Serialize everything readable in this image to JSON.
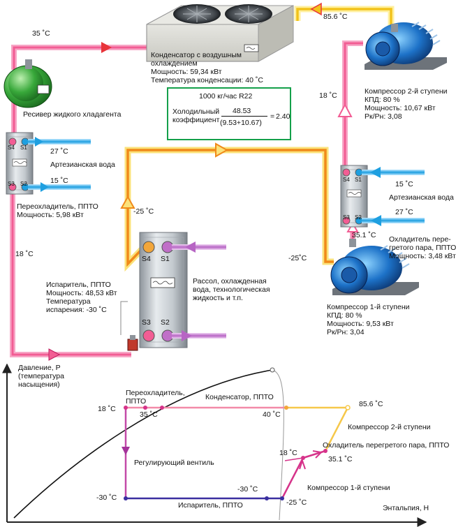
{
  "temperatures": {
    "cond_out": "35 ˚C",
    "hot_gas": "85.6 ˚C",
    "sc_water_out": "27 ˚C",
    "sc_water_in": "15 ˚C",
    "liquid_line": "18 ˚C",
    "evap_suction": "-25 ˚C",
    "suction_2": "-25˚C",
    "mid_pressure": "18 ˚C",
    "dsh_water_in": "15 ˚C",
    "dsh_water_out": "27 ˚C",
    "dsh_in": "35.1 ˚C"
  },
  "condenser": {
    "title_line1": "Конденсатор с воздушным",
    "title_line2": "охлаждением",
    "power": "Мощность: 59,34 кВт",
    "cond_temp": "Температура конденсации: 40 ˚C"
  },
  "receiver": {
    "label": "Ресивер жидкого хладагента"
  },
  "subcooler": {
    "water": "Артезианская вода",
    "title": "Переохладитель, ППТО",
    "power": "Мощность: 5,98 кВт",
    "ports": [
      "S4",
      "S1",
      "S3",
      "S2"
    ]
  },
  "evaporator": {
    "title": "Испаритель, ППТО",
    "power": "Мощность: 48,53 кВт",
    "temp_l1": "Температура",
    "temp_l2": "испарения: -30 ˚C",
    "fluid_l1": "Рассол, охлажденная",
    "fluid_l2": "вода, технологическая",
    "fluid_l3": "жидкость и т.п.",
    "ports": [
      "S4",
      "S1",
      "S3",
      "S2"
    ]
  },
  "compressor2": {
    "title": "Компрессор 2-й ступени",
    "eff": "КПД: 80 %",
    "power": "Мощность: 10,67 кВт",
    "ratio": "Рк/Рн: 3,08"
  },
  "compressor1": {
    "title": "Компрессор 1-й ступени",
    "eff": "КПД: 80 %",
    "power": "Мощность: 9,53 кВт",
    "ratio": "Рк/Рн: 3,04"
  },
  "desuperheater": {
    "water": "Артезианская вода",
    "title_l1": "Охладитель пере-",
    "title_l2": "гретого пара, ППТО",
    "power": "Мощность: 3,48 кВт",
    "ports": [
      "S4",
      "S1",
      "S3",
      "S2"
    ]
  },
  "cop_box": {
    "flow": "1000 кг/час R22",
    "label_l1": "Холодильный",
    "label_l2": "коэффициент",
    "numerator": "48.53",
    "denominator": "(9.53+10.67)",
    "equals": "=",
    "result": "2.40"
  },
  "ph_diagram": {
    "y_label_l1": "Давление, P",
    "y_label_l2": "(температура",
    "y_label_l3": "насыщения)",
    "x_label": "Энтальпия, H",
    "t_high_left": "18 ˚C",
    "t_low_left": "-30 ˚C",
    "subcooler_l1": "Переохладитель,",
    "subcooler_l2": "ППТО",
    "condenser": "Конденсатор, ППТО",
    "t35": "35 ˚C",
    "t40": "40 ˚C",
    "t856": "85.6 ˚C",
    "comp2": "Компрессор 2-й ступени",
    "dsh": "Охладитель перегретого пара, ППТО",
    "t18_mid": "18 ˚C",
    "t351": "35.1 ˚C",
    "valve": "Регулирующий вентиль",
    "evap": "Испаритель, ППТО",
    "t30_mid": "-30 ˚C",
    "t25": "-25 ˚C",
    "comp1": "Компрессор 1-й ступени"
  },
  "colors": {
    "liquid": "#f06aa0",
    "hot_gas": "#f7d43a",
    "suction": "#f39a2a",
    "water": "#2aa6e0",
    "brine": "#c06fc8",
    "evap_line": "#3a2fa0",
    "frame": "#14a04a"
  }
}
